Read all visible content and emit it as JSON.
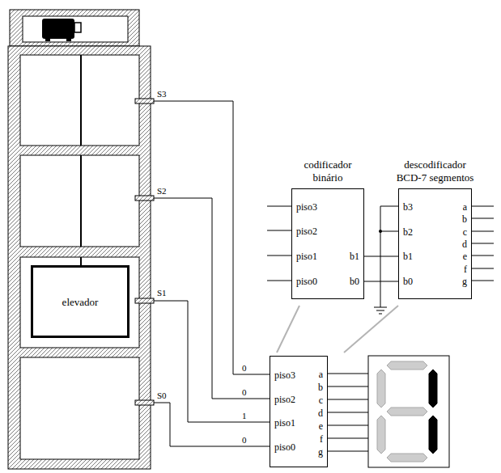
{
  "diagram": {
    "nodes": [
      {
        "text": [
          "elevador"
        ]
      },
      {
        "text": [
          "codificador binário",
          "piso3",
          "piso2",
          "piso1",
          "piso0",
          "b1",
          "b0"
        ]
      },
      {
        "text": [
          "descodificador BCD-7 segmentos",
          "b3",
          "b2",
          "b1",
          "b0",
          "a",
          "b",
          "c",
          "d",
          "e",
          "f",
          "g"
        ]
      },
      {
        "text": [
          "piso3",
          "piso2",
          "piso1",
          "piso0",
          "a",
          "b",
          "c",
          "d",
          "e",
          "f",
          "g"
        ]
      }
    ],
    "edges": [
      {
        "from": 1,
        "to": 2,
        "arrow": "none"
      },
      {
        "from": 1,
        "to": 2,
        "arrow": "none"
      }
    ],
    "labels": [
      "S3",
      "S2",
      "S1",
      "S0",
      "0",
      "0",
      "1",
      "0"
    ]
  }
}
